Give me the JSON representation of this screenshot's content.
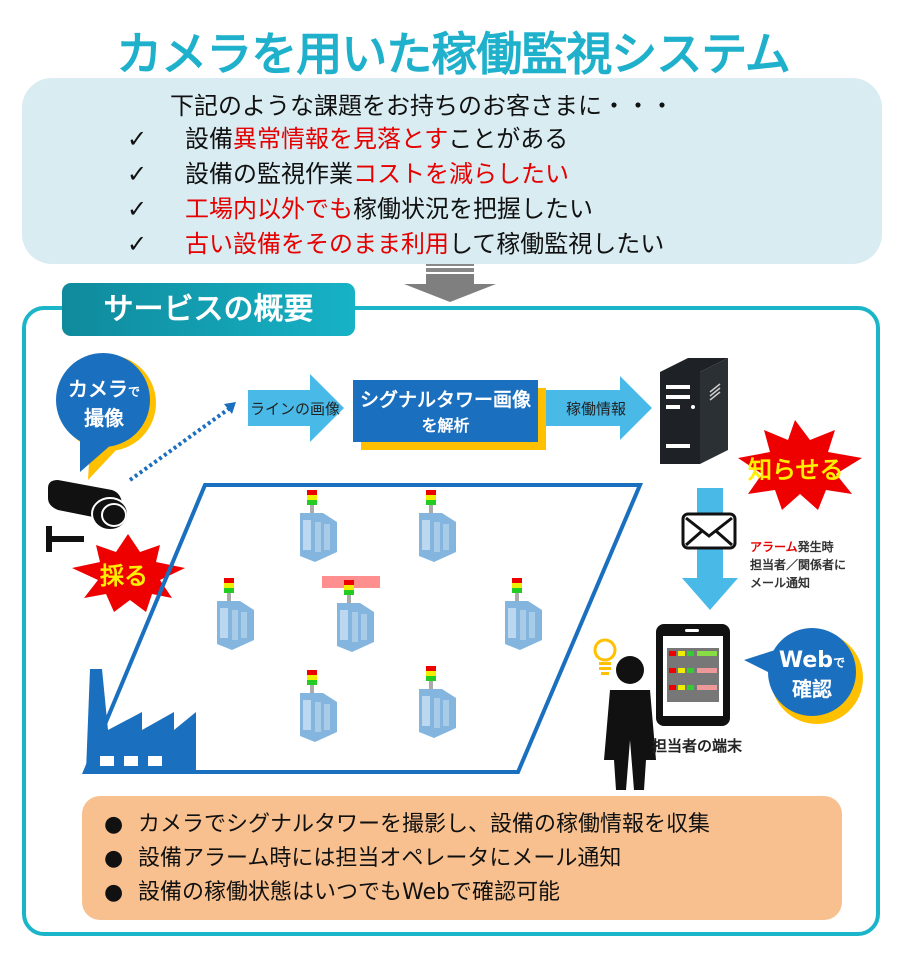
{
  "title": "カメラを用いた稼働監視システム",
  "problems": {
    "lead": "下記のような課題をお持ちのお客さまに・・・",
    "check_mark": "✓",
    "items": [
      {
        "parts": [
          {
            "text": "設備",
            "highlight": false
          },
          {
            "text": "異常情報を見落とす",
            "highlight": true
          },
          {
            "text": "ことがある",
            "highlight": false
          }
        ]
      },
      {
        "parts": [
          {
            "text": "設備の監視作業",
            "highlight": false
          },
          {
            "text": "コストを減らしたい",
            "highlight": true
          },
          {
            "text": "",
            "highlight": false
          }
        ]
      },
      {
        "parts": [
          {
            "text": "",
            "highlight": false
          },
          {
            "text": "工場内以外でも",
            "highlight": true
          },
          {
            "text": "稼働状況を把握したい",
            "highlight": false
          }
        ]
      },
      {
        "parts": [
          {
            "text": "",
            "highlight": false
          },
          {
            "text": "古い設備をそのまま利用",
            "highlight": true
          },
          {
            "text": "して稼働監視したい",
            "highlight": false
          }
        ]
      }
    ]
  },
  "overview": {
    "tab_label": "サービスの概要",
    "camera_bubble": {
      "line1_main": "カメラ",
      "line1_small": "で",
      "line2": "撮像"
    },
    "arrow1_label": "ラインの画像",
    "analysis": {
      "line1": "シグナルタワー画像",
      "line2": "を解析"
    },
    "arrow2_label": "稼働情報",
    "burst_collect": "採る",
    "burst_notify": "知らせる",
    "notify_note": {
      "alarm": "アラーム",
      "line1_rest": "発生時",
      "line2": "担当者／関係者に",
      "line3": "メール通知"
    },
    "web_bubble": {
      "line1_main": "Web",
      "line1_small": "で",
      "line2": "確認"
    },
    "terminal_label": "担当者の端末",
    "machines": [
      {
        "status": "normal"
      },
      {
        "status": "normal"
      },
      {
        "status": "normal"
      },
      {
        "status": "alarm"
      },
      {
        "status": "normal"
      },
      {
        "status": "normal"
      },
      {
        "status": "normal"
      }
    ]
  },
  "summary": {
    "bullet": "●",
    "items": [
      "カメラでシグナルタワーを撮影し、設備の稼働情報を収集",
      "設備アラーム時には担当オペレータにメール通知",
      "設備の稼働状態はいつでもWebで確認可能"
    ]
  },
  "colors": {
    "title": "#1fb1cc",
    "frame": "#1ab5c8",
    "blue": "#1a6fbf",
    "light_blue": "#49b9e8",
    "yellow": "#ffc000",
    "red": "#e60000",
    "summary_bg": "#f8c08f",
    "problems_bg": "#d8ecf2"
  }
}
